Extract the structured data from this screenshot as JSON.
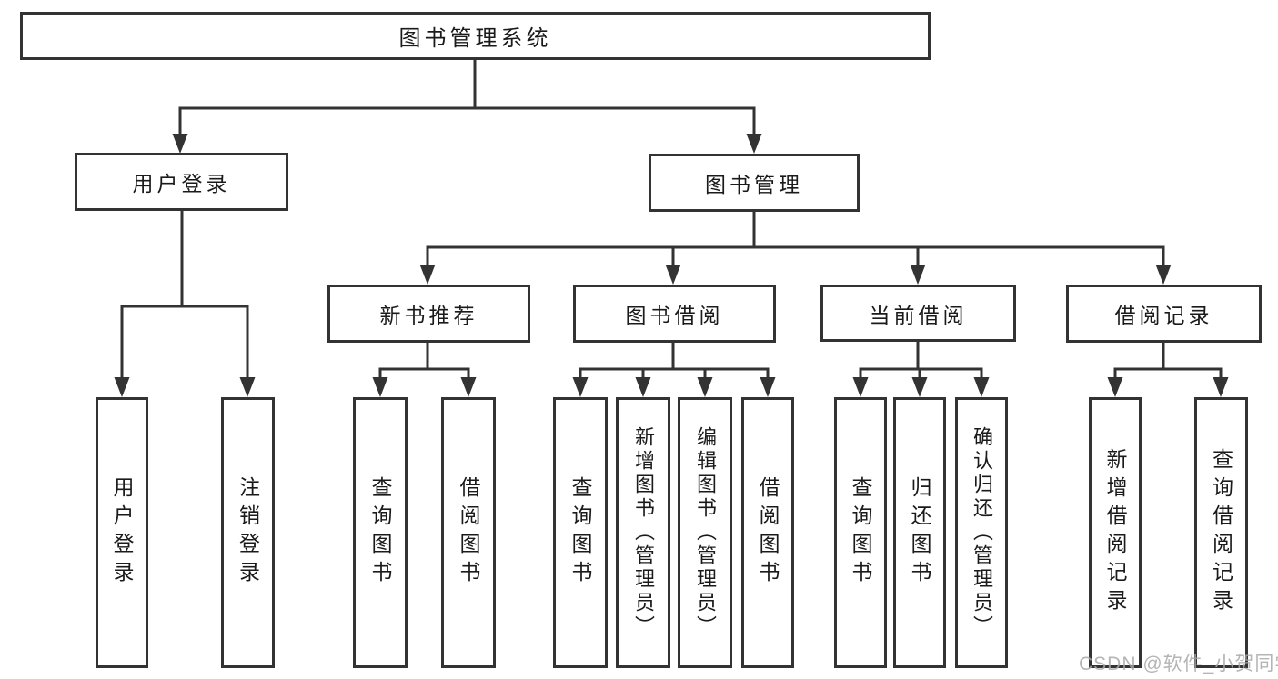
{
  "diagram": {
    "title": "图书管理系统",
    "children": [
      {
        "label": "用户登录",
        "children": [
          {
            "label": "用户登录"
          },
          {
            "label": "注销登录"
          }
        ]
      },
      {
        "label": "图书管理",
        "children": [
          {
            "label": "新书推荐",
            "children": [
              {
                "label": "查询图书"
              },
              {
                "label": "借阅图书"
              }
            ]
          },
          {
            "label": "图书借阅",
            "children": [
              {
                "label": "查询图书"
              },
              {
                "label": "新增图书（管理员）"
              },
              {
                "label": "编辑图书（管理员）"
              },
              {
                "label": "借阅图书"
              }
            ]
          },
          {
            "label": "当前借阅",
            "children": [
              {
                "label": "查询图书"
              },
              {
                "label": "归还图书"
              },
              {
                "label": "确认归还（管理员）"
              }
            ]
          },
          {
            "label": "借阅记录",
            "children": [
              {
                "label": "新增借阅记录"
              },
              {
                "label": "查询借阅记录"
              }
            ]
          }
        ]
      }
    ]
  },
  "watermark": {
    "text": "CSDN @软件_小贺同学"
  },
  "colors": {
    "line": "#333333",
    "text": "#1a1a1a",
    "watermark": "#a9a9a9"
  }
}
